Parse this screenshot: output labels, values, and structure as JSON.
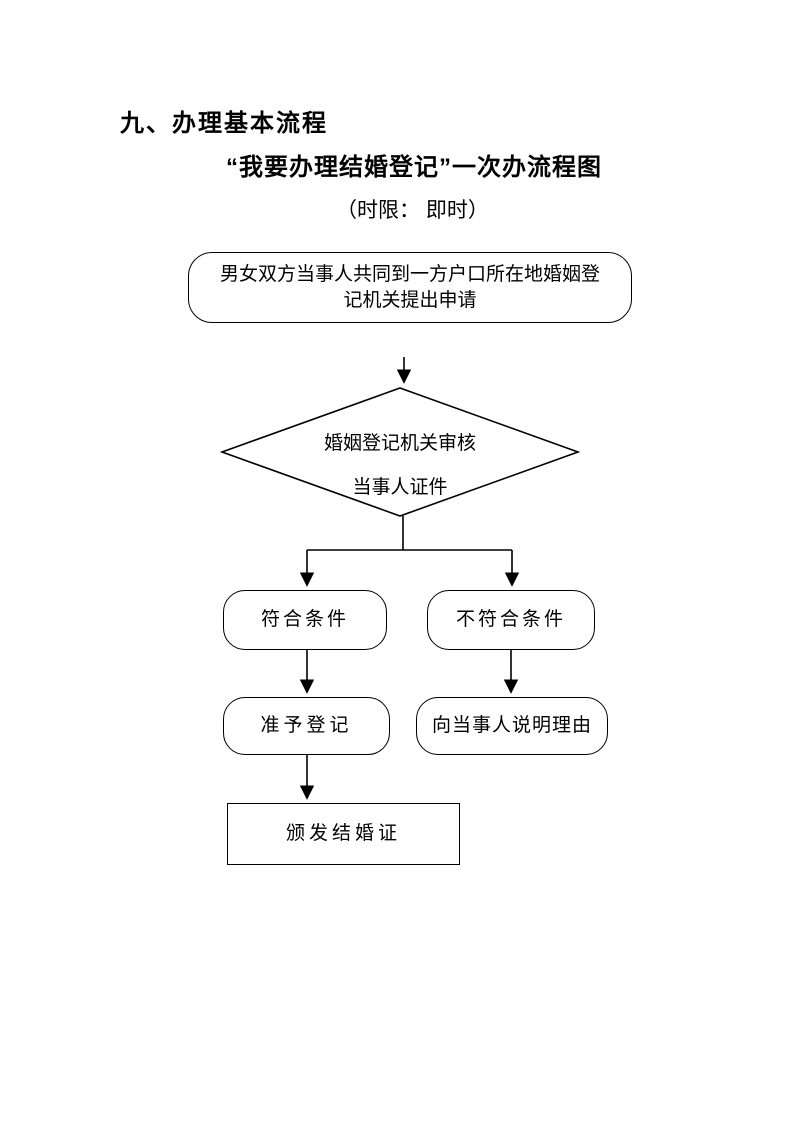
{
  "page": {
    "heading": "九、办理基本流程",
    "title": "“我要办理结婚登记”一次办流程图",
    "subtitle": "（时限： 即时）"
  },
  "flowchart": {
    "type": "flowchart",
    "nodes": [
      {
        "id": "apply",
        "shape": "rounded-rectangle",
        "lines": [
          "男女双方当事人共同到一方户口所在地婚姻登",
          "记机关提出申请"
        ],
        "label": "男女双方当事人共同到一方户口所在地婚姻登记机关提出申请"
      },
      {
        "id": "review",
        "shape": "diamond",
        "lines": [
          "婚姻登记机关审核",
          "当事人证件"
        ],
        "label": "婚姻登记机关审核当事人证件"
      },
      {
        "id": "eligible",
        "shape": "rounded-rectangle",
        "label": "符合条件"
      },
      {
        "id": "not-eligible",
        "shape": "rounded-rectangle",
        "label": "不符合条件"
      },
      {
        "id": "grant",
        "shape": "rounded-rectangle",
        "label": "准予登记"
      },
      {
        "id": "explain",
        "shape": "rounded-rectangle",
        "label": "向当事人说明理由"
      },
      {
        "id": "issue",
        "shape": "rectangle",
        "label": "颁发结婚证"
      }
    ],
    "edges": [
      {
        "from": "apply",
        "to": "review"
      },
      {
        "from": "review",
        "to": "eligible"
      },
      {
        "from": "review",
        "to": "not-eligible"
      },
      {
        "from": "eligible",
        "to": "grant"
      },
      {
        "from": "not-eligible",
        "to": "explain"
      },
      {
        "from": "grant",
        "to": "issue"
      }
    ]
  },
  "colors": {
    "ink": "#000000",
    "background": "#ffffff"
  }
}
